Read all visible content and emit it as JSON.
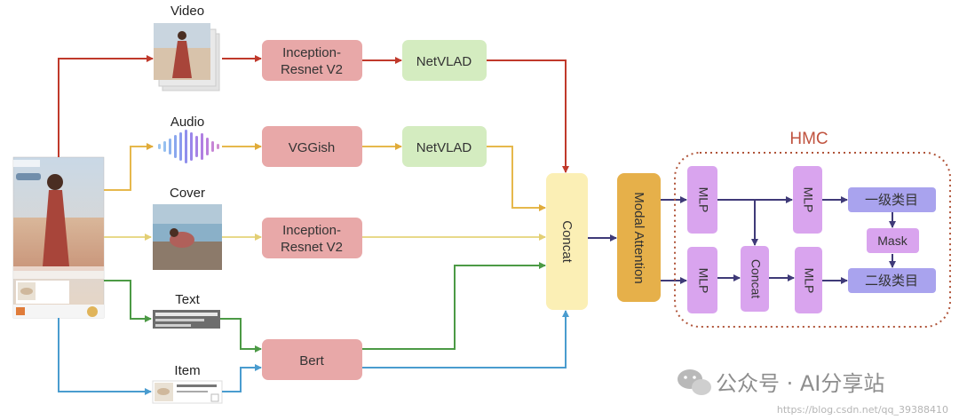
{
  "labels": {
    "video": "Video",
    "audio": "Audio",
    "cover": "Cover",
    "text": "Text",
    "item": "Item",
    "hmc": "HMC"
  },
  "boxes": {
    "inception_video_line1": "Inception-",
    "inception_video_line2": "Resnet V2",
    "netvlad_video": "NetVLAD",
    "vggish": "VGGish",
    "netvlad_audio": "NetVLAD",
    "inception_cover_line1": "Inception-",
    "inception_cover_line2": "Resnet V2",
    "bert": "Bert",
    "concat_main": "Concat",
    "modal_attention": "Modal Attention",
    "mlp_top_left": "MLP",
    "mlp_top_right": "MLP",
    "mlp_bottom_left": "MLP",
    "concat_hmc": "Concat",
    "mlp_bottom_right": "MLP",
    "level1": "一级类目",
    "mask": "Mask",
    "level2": "二级类目"
  },
  "watermark": {
    "text": "公众号 · AI分享站",
    "url": "https://blog.csdn.net/qq_39388410"
  },
  "colors": {
    "video_line": "#c0392b",
    "audio_line": "#e6b84c",
    "cover_line": "#e8d98a",
    "text_line": "#4c9a45",
    "item_line": "#4a9ccf",
    "merge_line": "#3f3a78",
    "hmc_border": "#b0553a",
    "pink_box": "#e8a8a8",
    "green_box": "#d4ecc0",
    "yellow_box": "#fbefb5",
    "orange_box": "#e6b04a",
    "purple_box": "#d9a4ee",
    "blue_box": "#a9a3ee"
  }
}
